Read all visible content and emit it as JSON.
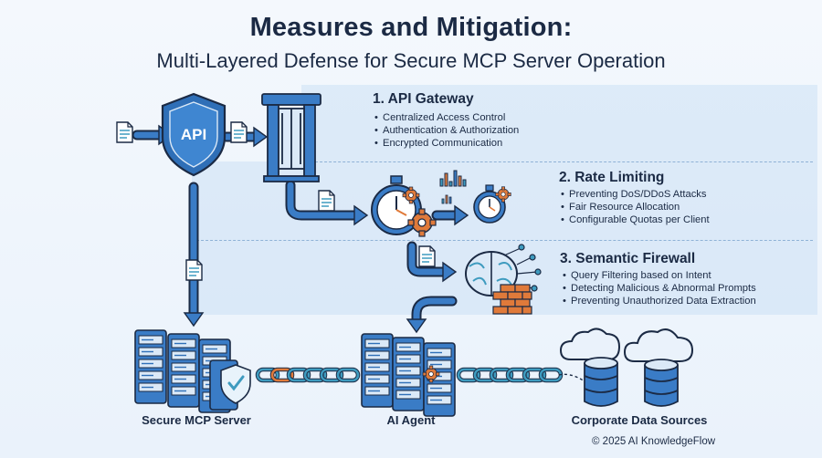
{
  "header": {
    "title": "Measures and Mitigation:",
    "subtitle": "Multi-Layered Defense for Secure MCP Server Operation"
  },
  "sections": [
    {
      "title": "1. API Gateway",
      "bullets": [
        "Centralized Access Control",
        "Authentication & Authorization",
        "Encrypted Communication"
      ]
    },
    {
      "title": "2. Rate Limiting",
      "bullets": [
        "Preventing DoS/DDoS Attacks",
        "Fair Resource Allocation",
        "Configurable Quotas per Client"
      ]
    },
    {
      "title": "3. Semantic Firewall",
      "bullets": [
        "Query Filtering based on Intent",
        "Detecting Malicious & Abnormal Prompts",
        "Preventing Unauthorized Data Extraction"
      ]
    }
  ],
  "shield_label": "API",
  "bottom": {
    "server_label": "Secure MCP Server",
    "agent_label": "AI Agent",
    "sources_label": "Corporate Data Sources"
  },
  "footer": {
    "copyright": "© 2025 AI KnowledgeFlow"
  },
  "icons": [
    "document-icon",
    "api-shield-icon",
    "gateway-icon",
    "stopwatch-icon",
    "gear-icon",
    "bar-chart-icon",
    "brain-icon",
    "firewall-icon",
    "server-icon",
    "chain-link-icon",
    "cloud-icon",
    "database-icon"
  ],
  "colors": {
    "primary": "#2f6fb7",
    "dark": "#1b2a44",
    "accent_orange": "#e07a3a",
    "band": "#c4dcf3",
    "link_teal": "#3e9bbf"
  }
}
